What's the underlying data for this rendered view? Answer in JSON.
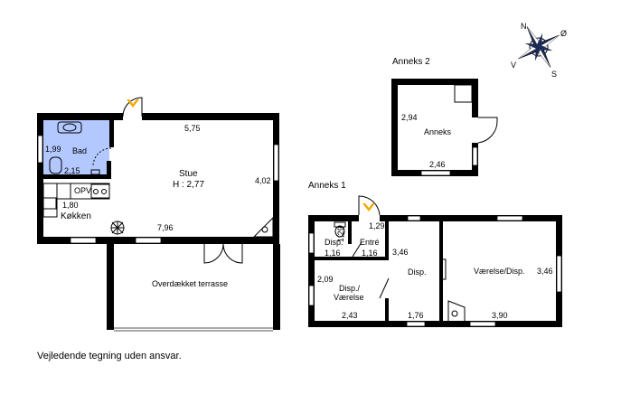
{
  "main_house": {
    "bad": {
      "name": "Bad",
      "dim_v": "1,99",
      "dim_h": "2,15"
    },
    "stue": {
      "name": "Stue",
      "height": "H : 2,77",
      "dim_top": "5,75",
      "dim_right": "4,02",
      "dim_bottom": "7,96"
    },
    "kokken": {
      "name": "Køkken",
      "dim": "1,80",
      "opv": "OPV"
    },
    "terrasse": {
      "name": "Overdækket terrasse"
    }
  },
  "anneks1": {
    "title": "Anneks 1",
    "disp_small": {
      "name": "Disp.",
      "dim_v": "1,29",
      "dim_h": "1,16"
    },
    "entre": {
      "name": "Entré",
      "dim_top": "1,29",
      "dim_h": "1,16"
    },
    "disp_mid": {
      "name": "Disp.",
      "dim_v": "3,46"
    },
    "disp_vaerelse": {
      "name_line1": "Disp./",
      "name_line2": "Værelse",
      "dim_v": "2,09",
      "dim_h": "2,43"
    },
    "vaerelse": {
      "name": "Værelse/Disp.",
      "dim_v": "3,46",
      "dim_h": "3,90"
    },
    "dim_bottom_mid": "1,76"
  },
  "anneks2": {
    "title": "Anneks 2",
    "room": {
      "name": "Anneks",
      "dim_v": "2,94",
      "dim_h": "2,46"
    }
  },
  "compass": {
    "n": "N",
    "o": "Ø",
    "s": "S",
    "v": "V"
  },
  "disclaimer": "Vejledende tegning uden ansvar.",
  "colors": {
    "bathroom": "#b3c8ff",
    "walls": "#000000",
    "door_marker": "#f2a900"
  }
}
